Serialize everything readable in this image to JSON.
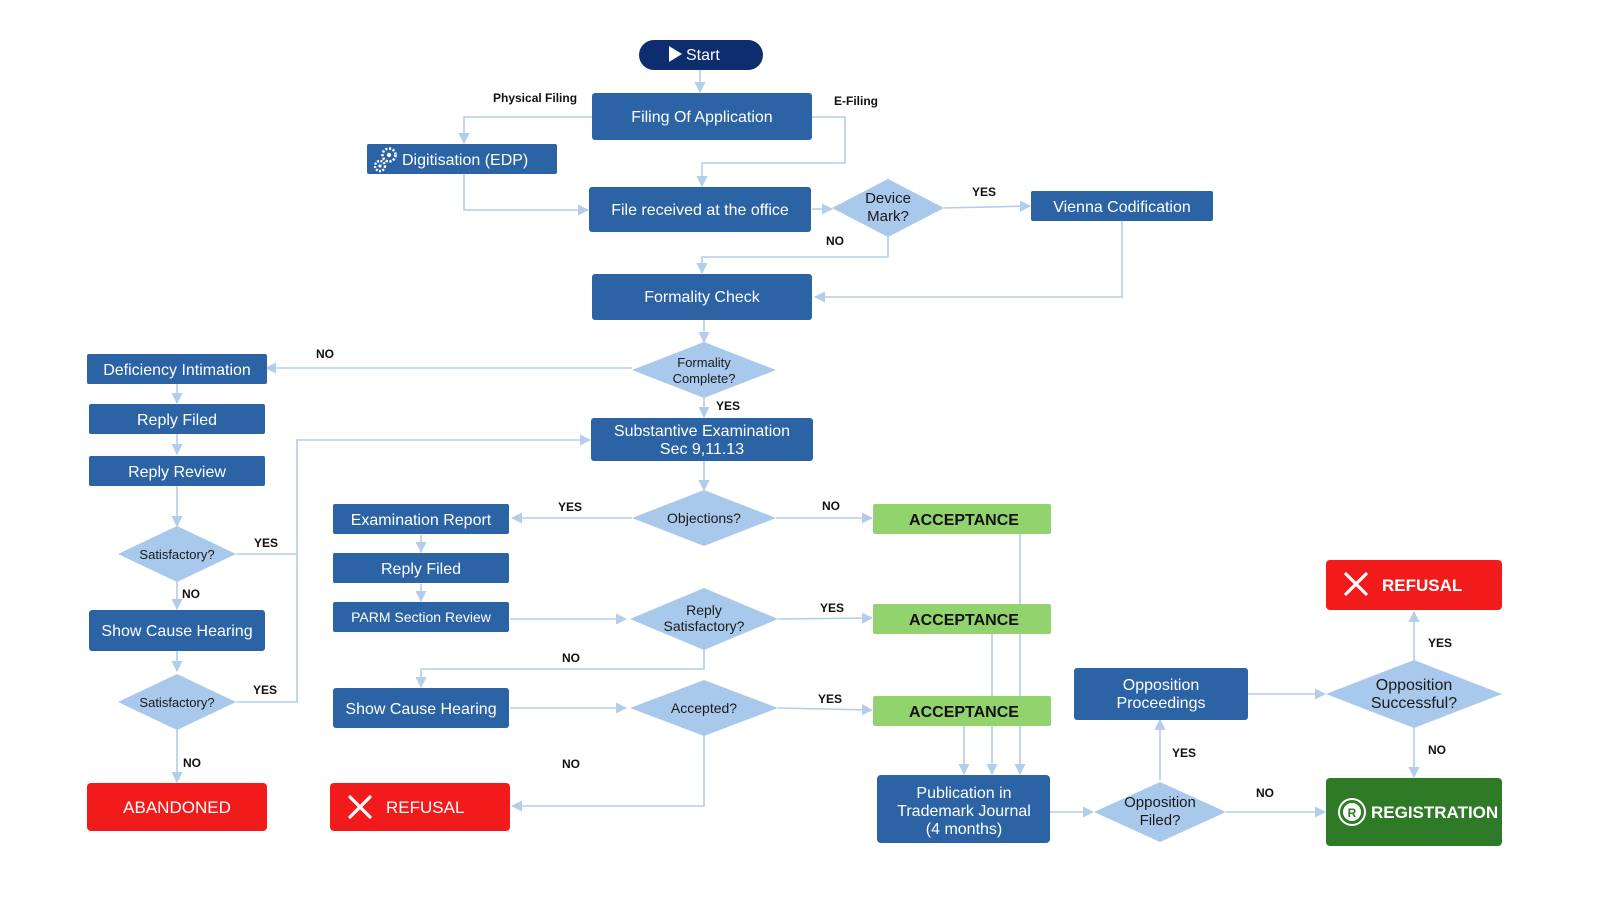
{
  "colors": {
    "process": "#2b63a5",
    "start": "#0d2d6e",
    "decision": "#a9c9ec",
    "acceptance": "#92d36e",
    "refusal": "#f21b1b",
    "registration": "#2f7a27",
    "edge": "#b4cde8"
  },
  "nodes": {
    "start": "Start",
    "filing": "Filing Of Application",
    "digitisation": "Digitisation (EDP)",
    "file_received": "File received at the office",
    "device_mark": [
      "Device",
      "Mark?"
    ],
    "vienna": "Vienna Codification",
    "formality_check": "Formality Check",
    "formality_complete": [
      "Formality",
      "Complete?"
    ],
    "deficiency": "Deficiency Intimation",
    "reply_filed_1": "Reply Filed",
    "reply_review": "Reply Review",
    "satisfactory_1": "Satisfactory?",
    "show_cause_1": "Show Cause Hearing",
    "satisfactory_2": "Satisfactory?",
    "abandoned": "ABANDONED",
    "substantive": [
      "Substantive Examination",
      "Sec 9,11.13"
    ],
    "objections": "Objections?",
    "exam_report": "Examination Report",
    "reply_filed_2": "Reply Filed",
    "parm_review": "PARM Section Review",
    "reply_satisfactory": [
      "Reply",
      "Satisfactory?"
    ],
    "show_cause_2": "Show Cause Hearing",
    "accepted": "Accepted?",
    "refusal_1": "REFUSAL",
    "acceptance_1": "ACCEPTANCE",
    "acceptance_2": "ACCEPTANCE",
    "acceptance_3": "ACCEPTANCE",
    "publication": [
      "Publication in",
      "Trademark Journal",
      "(4 months)"
    ],
    "opposition_filed": [
      "Opposition",
      "Filed?"
    ],
    "opposition_proceedings": [
      "Opposition",
      "Proceedings"
    ],
    "opposition_successful": [
      "Opposition",
      "Successful?"
    ],
    "refusal_2": "REFUSAL",
    "registration": "REGISTRATION"
  },
  "edge_labels": {
    "physical_filing": "Physical Filing",
    "e_filing": "E-Filing",
    "device_yes": "YES",
    "device_no": "NO",
    "formality_no": "NO",
    "formality_yes": "YES",
    "sat1_yes": "YES",
    "sat1_no": "NO",
    "sat2_yes": "YES",
    "sat2_no": "NO",
    "objections_yes": "YES",
    "objections_no": "NO",
    "reply_sat_yes": "YES",
    "reply_sat_no": "NO",
    "accepted_yes": "YES",
    "accepted_no": "NO",
    "opp_filed_yes": "YES",
    "opp_filed_no": "NO",
    "opp_success_yes": "YES",
    "opp_success_no": "NO"
  },
  "icons": {
    "start": "play-icon",
    "digitisation": "gears-icon",
    "refusal": "cross-icon",
    "registration": "registered-mark-icon"
  }
}
